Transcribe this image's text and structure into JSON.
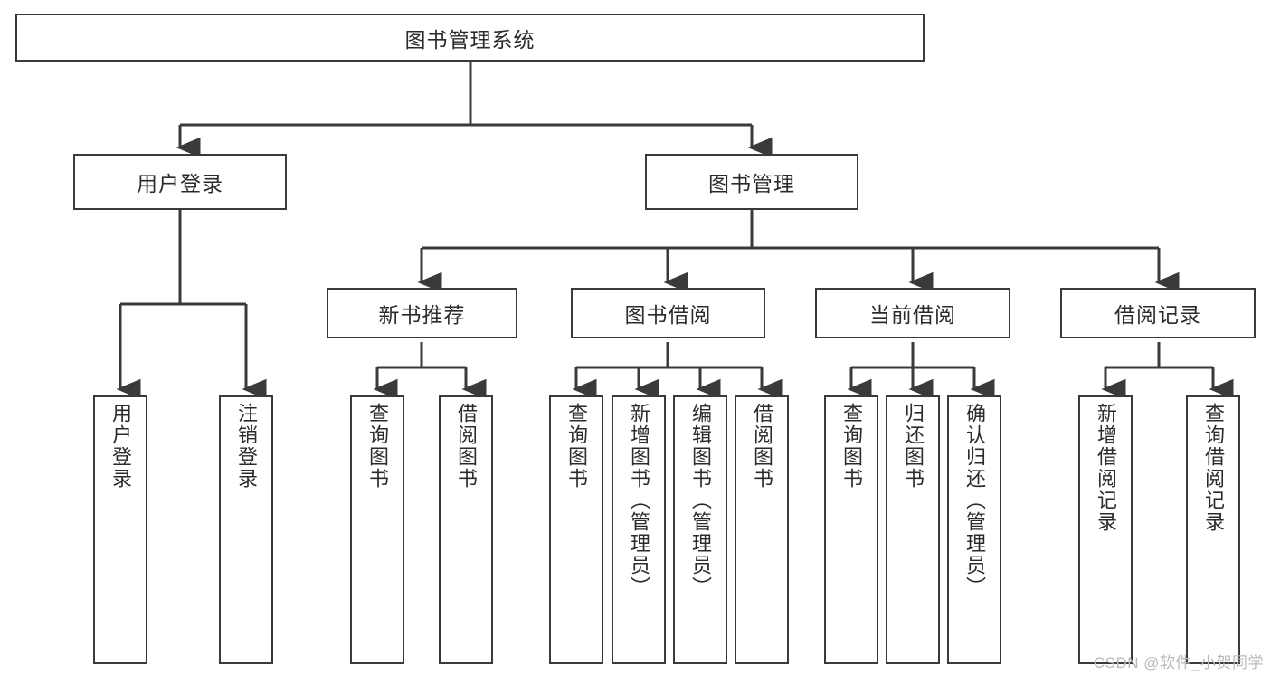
{
  "diagram": {
    "title": "图书管理系统",
    "type": "tree-hierarchy-diagram",
    "colors": {
      "border": "#3a3a3a",
      "text": "#2b2b2b",
      "background": "#ffffff",
      "watermark": "#b9b9b9"
    },
    "root": {
      "label": "图书管理系统"
    },
    "level2": [
      {
        "label": "用户登录"
      },
      {
        "label": "图书管理"
      }
    ],
    "level3": [
      {
        "label": "新书推荐"
      },
      {
        "label": "图书借阅"
      },
      {
        "label": "当前借阅"
      },
      {
        "label": "借阅记录"
      }
    ],
    "leaves": {
      "user_login": [
        {
          "label": "用户登录"
        },
        {
          "label": "注销登录"
        }
      ],
      "new_book_recommend": [
        {
          "label": "查询图书"
        },
        {
          "label": "借阅图书"
        }
      ],
      "book_borrow": [
        {
          "label": "查询图书"
        },
        {
          "label": "新增图书（管理员）"
        },
        {
          "label": "编辑图书（管理员）"
        },
        {
          "label": "借阅图书"
        }
      ],
      "current_borrow": [
        {
          "label": "查询图书"
        },
        {
          "label": "归还图书"
        },
        {
          "label": "确认归还（管理员）"
        }
      ],
      "borrow_record": [
        {
          "label": "新增借阅记录"
        },
        {
          "label": "查询借阅记录"
        }
      ]
    },
    "watermark": "CSDN @软件_小贺同学"
  }
}
